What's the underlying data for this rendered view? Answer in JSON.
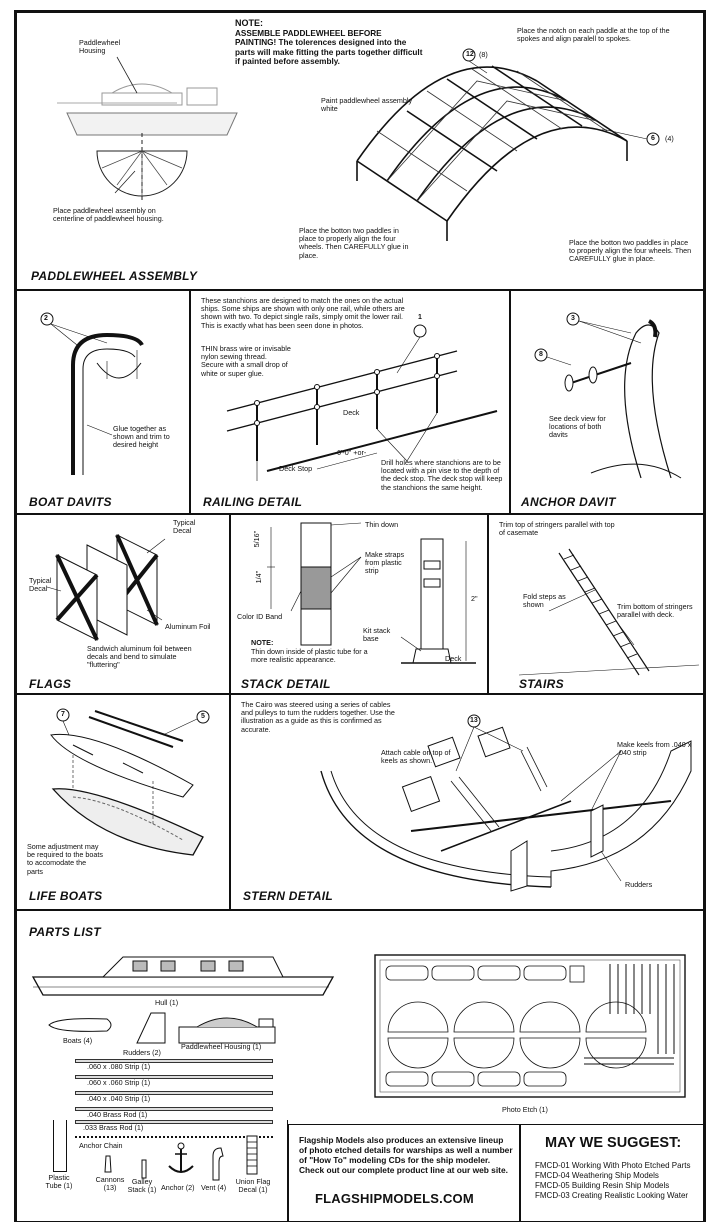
{
  "paddlewheel": {
    "title": "PADDLEWHEEL ASSEMBLY",
    "housing_label": "Paddlewheel\nHousing",
    "note_heading": "NOTE:",
    "note_text": "ASSEMBLE PADDLEWHEEL BEFORE PAINTING! The tolerences designed into the parts will make fitting the parts together difficult if painted before assembly.",
    "paint_note": "Paint paddlewheel assembly white",
    "notch_note": "Place the notch on each paddle at the top of the spokes and align paralell to spokes.",
    "center_note": "Place paddlewheel assembly on centerline of paddlewheel housing.",
    "bottom_note_left": "Place the botton two paddles in place to properly align the four wheels. Then CAREFULLY glue in place.",
    "bottom_note_right": "Place the botton two paddles in place to properly align the four wheels. Then CAREFULLY glue in place.",
    "callout_12": "12",
    "callout_12_qty": "(8)",
    "callout_6": "6",
    "callout_6_qty": "(4)"
  },
  "boat_davits": {
    "title": "BOAT DAVITS",
    "callout": "2",
    "note": "Glue together as shown and trim to desired height"
  },
  "railing": {
    "title": "RAILING DETAIL",
    "intro": "These stanchions are designed to match the ones on the actual ships. Some ships are shown with only one rail, while others are shown with two. To depict single rails, simply omit the lower rail. This is exactly what has been seen done in photos.",
    "wire_note": "THIN brass wire or invisable nylon sewing thread. Secure with a small drop of white or super glue.",
    "deck_label": "Deck",
    "deck_stop_label": "Deck Stop",
    "spacing_label": "6'-0\" +or-",
    "drill_note": "Drill holes where stanchions are to be located with a pin vise to the depth of the deck stop. The deck stop will keep the stanchions the same height.",
    "callout": "1"
  },
  "anchor_davit": {
    "title": "ANCHOR DAVIT",
    "callout_3": "3",
    "callout_8": "8",
    "note": "See deck view for locations of both davits"
  },
  "flags": {
    "title": "FLAGS",
    "typical_decal_top": "Typical Decal",
    "typical_decal_left": "Typical Decal",
    "foil_label": "Aluminum Foil",
    "note": "Sandwich aluminum foil between decals and bend to simulate \"fluttering\""
  },
  "stack": {
    "title": "STACK DETAIL",
    "thin_down": "Thin down",
    "straps": "Make straps from plastic strip",
    "dim_top": "5/16\"",
    "dim_bottom": "1/4\"",
    "color_band": "Color ID Band",
    "kit_base": "Kit stack base",
    "height": "2\"",
    "deck": "Deck",
    "note_heading": "NOTE:",
    "note_text": "Thin down inside of plastic tube for a more realistic appearance."
  },
  "stairs": {
    "title": "STAIRS",
    "trim_top": "Trim top of stringers parallel with top of casemate",
    "fold": "Fold steps as shown",
    "trim_bottom": "Trim bottom of stringers parallel with deck."
  },
  "life_boats": {
    "title": "LIFE BOATS",
    "callout_7": "7",
    "callout_5": "5",
    "note": "Some adjustment may be required to the boats to accomodate the parts"
  },
  "stern": {
    "title": "STERN DETAIL",
    "intro": "The Cairo was steered using a series of cables and pulleys to turn the rudders together. Use the illustration as a guide as this is confirmed as accurate.",
    "callout": "13",
    "attach_note": "Attach cable on top of keels as shown.",
    "keels_note": "Make keels from .040 x .040 strip",
    "rudders": "Rudders"
  },
  "parts": {
    "title": "PARTS LIST",
    "hull": "Hull (1)",
    "boats": "Boats (4)",
    "rudders": "Rudders (2)",
    "housing": "Paddlewheel Housing (1)",
    "strips": [
      ".060 x .080 Strip (1)",
      ".060 x .060 Strip (1)",
      ".040 x .040 Strip (1)",
      ".040 Brass Rod  (1)",
      ".033 Brass Rod  (1)"
    ],
    "anchor_chain": "Anchor Chain",
    "plastic_tube": "Plastic Tube (1)",
    "cannons": "Cannons (13)",
    "galley_stack": "Galley Stack (1)",
    "anchor": "Anchor (2)",
    "vent": "Vent (4)",
    "union_flag": "Union Flag Decal (1)",
    "photo_etch": "Photo Etch (1)"
  },
  "promo": {
    "text": "Flagship Models also produces an extensive lineup of photo etched details for warships as well a number of \"How To\" modeling CDs for the ship modeler. Check out our complete product line at our web site.",
    "url": "FLAGSHIPMODELS.COM"
  },
  "suggest": {
    "heading": "MAY WE SUGGEST:",
    "items": [
      "FMCD-01  Working With Photo Etched Parts",
      "FMCD-04  Weathering Ship Models",
      "FMCD-05  Building Resin Ship Models",
      "FMCD-03  Creating Realistic Looking Water"
    ]
  }
}
